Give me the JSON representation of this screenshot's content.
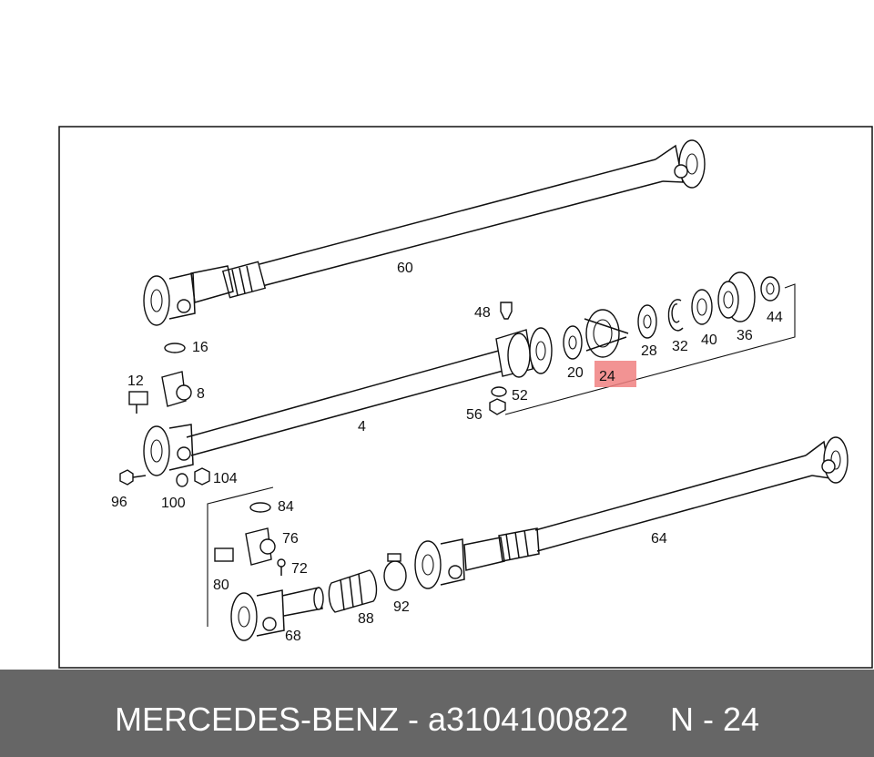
{
  "diagram": {
    "callouts": [
      "60",
      "48",
      "16",
      "12",
      "8",
      "4",
      "52",
      "56",
      "20",
      "24",
      "28",
      "32",
      "40",
      "36",
      "44",
      "96",
      "100",
      "104",
      "84",
      "76",
      "72",
      "80",
      "64",
      "88",
      "92",
      "68"
    ],
    "highlighted_callout": "24",
    "highlight_color": "#f08080"
  },
  "footer": {
    "part_text": "MERCEDES-BENZ - a3104100822",
    "position_text": "N - 24",
    "background": "#666666",
    "text_color": "#ffffff"
  }
}
